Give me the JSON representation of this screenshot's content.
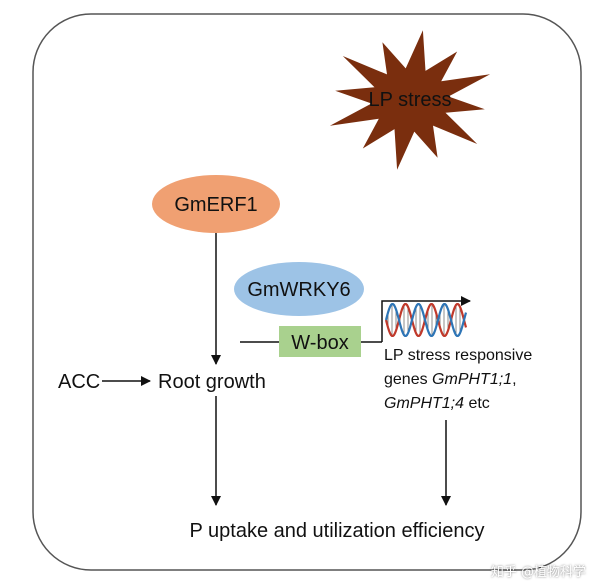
{
  "nodes": {
    "stress": "LP stress",
    "erf": "GmERF1",
    "wrky": "GmWRKY6",
    "wbox": "W-box",
    "acc": "ACC",
    "root": "Root growth",
    "genes_line1": "LP stress responsive",
    "genes_line2_prefix": "genes ",
    "genes_line2_gene": "GmPHT1;1",
    "genes_line2_suffix": ",",
    "genes_line3_gene": "GmPHT1;4",
    "genes_line3_suffix": " etc",
    "outcome": "P uptake and utilization efficiency"
  },
  "watermark": "知乎 @植物科学",
  "colors": {
    "star_fill": "#7a2e0e",
    "erf_fill": "#f0a072",
    "wrky_fill": "#9dc3e6",
    "wbox_fill": "#a9d18e",
    "dna_strand_a": "#c0392b",
    "dna_strand_b": "#2e75b6"
  }
}
